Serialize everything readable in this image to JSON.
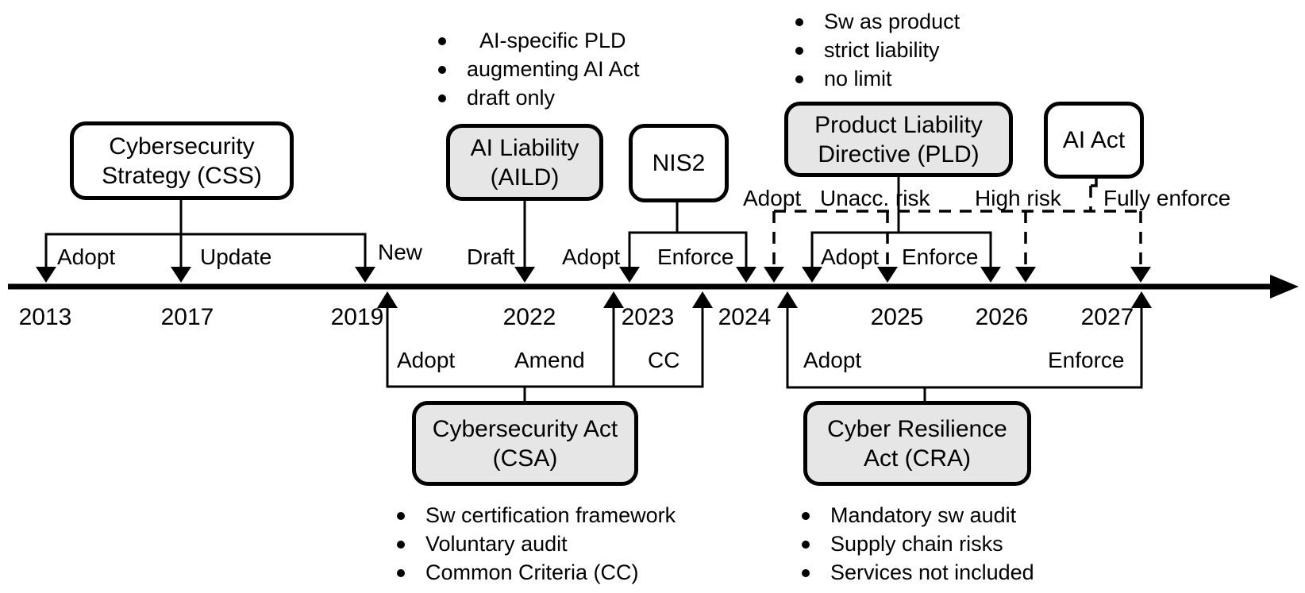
{
  "timeline": {
    "years": [
      "2013",
      "2017",
      "2019",
      "2022",
      "2023",
      "2024",
      "2025",
      "2026",
      "2027"
    ]
  },
  "boxes": {
    "css": "Cybersecurity\nStrategy (CSS)",
    "aild": "AI Liability\n(AILD)",
    "nis2": "NIS2",
    "pld": "Product Liability\nDirective (PLD)",
    "ai_act": "AI Act",
    "csa": "Cybersecurity Act\n(CSA)",
    "cra": "Cyber Resilience\nAct (CRA)"
  },
  "labels": {
    "css_adopt": "Adopt",
    "css_update": "Update",
    "css_new": "New",
    "aild_draft": "Draft",
    "nis2_adopt": "Adopt",
    "nis2_enforce": "Enforce",
    "pld_adopt": "Adopt",
    "pld_enforce": "Enforce",
    "ai_act_adopt": "Adopt",
    "ai_act_unacc_risk": "Unacc. risk",
    "ai_act_high_risk": "High risk",
    "ai_act_fully_enforce": "Fully enforce",
    "csa_adopt": "Adopt",
    "csa_amend": "Amend",
    "csa_cc": "CC",
    "cra_adopt": "Adopt",
    "cra_enforce": "Enforce"
  },
  "bullet_lists": {
    "aild": [
      "AI-specific PLD",
      "augmenting AI Act",
      "draft only"
    ],
    "pld": [
      "Sw as product",
      "strict liability",
      "no limit"
    ],
    "csa": [
      "Sw certification framework",
      "Voluntary audit",
      "Common Criteria (CC)"
    ],
    "cra": [
      "Mandatory sw audit",
      "Supply chain risks",
      "Services not included"
    ]
  },
  "colors": {
    "box_highlight_fill": "#e6e6e6",
    "box_plain_fill": "#ffffff",
    "stroke": "#000000",
    "background": "#ffffff"
  }
}
